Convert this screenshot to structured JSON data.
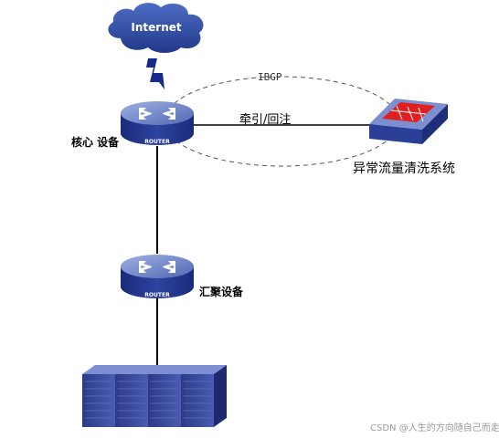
{
  "nodes": {
    "internet": {
      "label": "Internet",
      "icon": "cloud-icon"
    },
    "core_router": {
      "label": "核心 设备",
      "badge": "ROUTER",
      "icon": "router-icon"
    },
    "aggregation_router": {
      "label": "汇聚设备",
      "badge": "ROUTER",
      "icon": "router-icon"
    },
    "cleaning_system": {
      "label": "异常流量清洗系统",
      "icon": "firewall-icon"
    },
    "servers": {
      "count": 4,
      "icon": "server-icon"
    }
  },
  "links": {
    "ibgp": "IBGP",
    "divert": "牵引/回注"
  },
  "watermark": "CSDN @人生的方向随自己而走",
  "colors": {
    "cloud": "#2f4fa8",
    "router_top": "#6f86c8",
    "router_body": "#22358a",
    "server": "#3a4a9a",
    "firewall_red": "#e02020"
  }
}
